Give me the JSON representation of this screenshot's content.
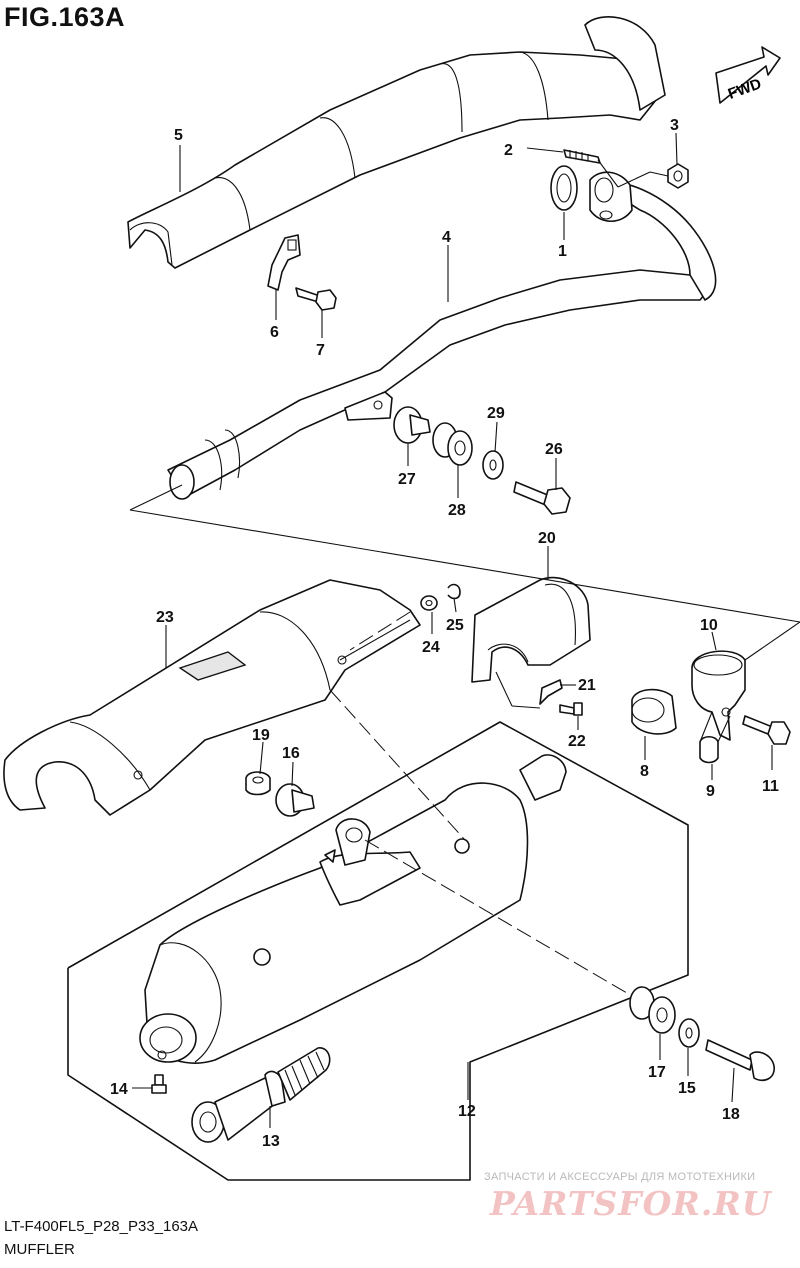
{
  "figure": {
    "title": "FIG.163A",
    "code": "LT-F400FL5_P28_P33_163A",
    "name": "MUFFLER",
    "fwd_label": "FWD"
  },
  "watermark": {
    "text": "ЗАПЧАСТИ И АКСЕССУАРЫ ДЛЯ МОТОТЕХНИКИ",
    "logo": "PARTSFOR.RU"
  },
  "callouts": [
    {
      "id": "c1",
      "label": "1"
    },
    {
      "id": "c2",
      "label": "2"
    },
    {
      "id": "c3",
      "label": "3"
    },
    {
      "id": "c4",
      "label": "4"
    },
    {
      "id": "c5",
      "label": "5"
    },
    {
      "id": "c6",
      "label": "6"
    },
    {
      "id": "c7",
      "label": "7"
    },
    {
      "id": "c8",
      "label": "8"
    },
    {
      "id": "c9",
      "label": "9"
    },
    {
      "id": "c10",
      "label": "10"
    },
    {
      "id": "c11",
      "label": "11"
    },
    {
      "id": "c12",
      "label": "12"
    },
    {
      "id": "c13",
      "label": "13"
    },
    {
      "id": "c14",
      "label": "14"
    },
    {
      "id": "c15",
      "label": "15"
    },
    {
      "id": "c16",
      "label": "16"
    },
    {
      "id": "c17",
      "label": "17"
    },
    {
      "id": "c18",
      "label": "18"
    },
    {
      "id": "c19",
      "label": "19"
    },
    {
      "id": "c20",
      "label": "20"
    },
    {
      "id": "c21",
      "label": "21"
    },
    {
      "id": "c22",
      "label": "22"
    },
    {
      "id": "c23",
      "label": "23"
    },
    {
      "id": "c24",
      "label": "24"
    },
    {
      "id": "c25",
      "label": "25"
    },
    {
      "id": "c26",
      "label": "26"
    },
    {
      "id": "c27",
      "label": "27"
    },
    {
      "id": "c28",
      "label": "28"
    },
    {
      "id": "c29",
      "label": "29"
    }
  ]
}
